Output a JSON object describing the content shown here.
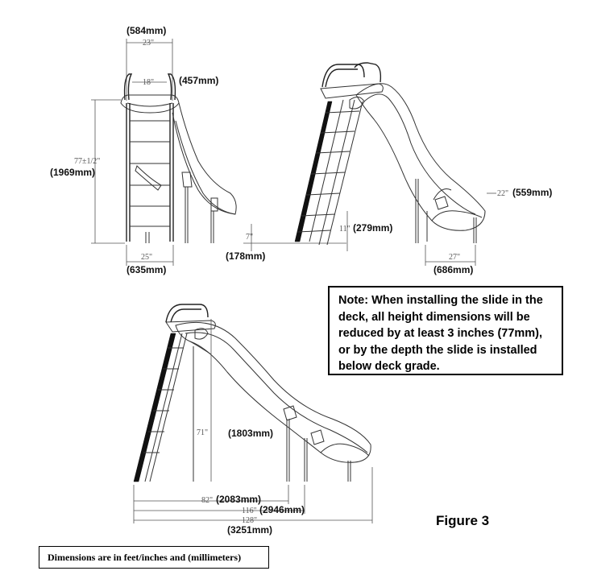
{
  "front_view": {
    "width_top_mm": "(584mm)",
    "width_top_in": "23\"",
    "inner_width_in": "18\"",
    "inner_width_mm": "(457mm)",
    "height_in": "77±1/2\"",
    "height_mm": "(1969mm)",
    "base_width_in": "25\"",
    "base_width_mm": "(635mm)"
  },
  "side_view": {
    "exit_height_in": "7\"",
    "exit_height_mm": "(178mm)",
    "ladder_height_in": "11\"",
    "ladder_height_mm": "(279mm)",
    "exit_width_in": "22\"",
    "exit_width_mm": "(559mm)",
    "base_depth_in": "27\"",
    "base_depth_mm": "(686mm)"
  },
  "profile_view": {
    "height_in": "71\"",
    "height_mm": "(1803mm)",
    "length_a_in": "82\"",
    "length_a_mm": "(2083mm)",
    "length_b_in": "116\"",
    "length_b_mm": "(2946mm)",
    "length_c_in": "128\"",
    "length_c_mm": "(3251mm)"
  },
  "note": {
    "lines": [
      "Note: When installing the slide in the",
      "deck, all height dimensions will be",
      "reduced by at least 3 inches (77mm),",
      "or by the depth the slide is installed",
      "below deck grade."
    ]
  },
  "figure_label": "Figure 3",
  "footer": "Dimensions are in feet/inches and (millimeters)"
}
